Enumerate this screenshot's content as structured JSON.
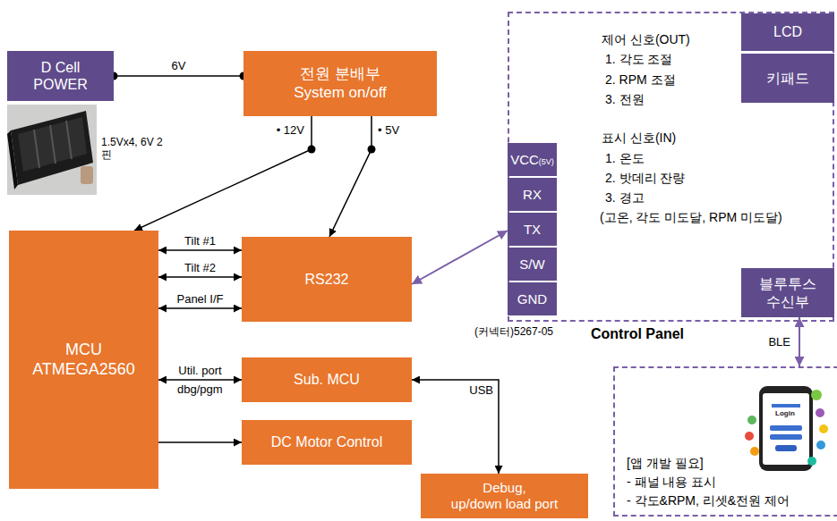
{
  "diagram": {
    "nodes": [
      {
        "text": [
          "D Cell POWER"
        ]
      },
      {
        "text": [
          "전원 분배부 System on/off"
        ]
      },
      {
        "text": [
          "제어 신호(OUT)",
          "1. 각도 조절",
          "2. RPM 조절",
          "3. 전원",
          "표시 신호(IN)",
          "1. 온도",
          "2. 밧데리 잔량",
          "3. 경고",
          "(고온, 각도 미도달, RPM 미도달)",
          "Control Panel"
        ]
      },
      {
        "text": [
          "LCD"
        ],
        "in": 2
      },
      {
        "text": [
          "키패드"
        ],
        "in": 2
      },
      {
        "text": [
          "VCC",
          "(5V)"
        ],
        "in": 2
      },
      {
        "text": [
          "RX"
        ],
        "in": 2
      },
      {
        "text": [
          "TX"
        ],
        "in": 2
      },
      {
        "text": [
          "S/W"
        ],
        "in": 2
      },
      {
        "text": [
          "GND"
        ],
        "in": 2
      },
      {
        "text": [
          "블루투스 수신부"
        ],
        "in": 2
      },
      {
        "text": [
          "MCU ATMEGA2560"
        ]
      },
      {
        "text": [
          "RS232"
        ]
      },
      {
        "text": [
          "Sub. MCU"
        ]
      },
      {
        "text": [
          "DC Motor Control"
        ]
      },
      {
        "text": [
          "Debug,",
          "up/down load port"
        ]
      },
      {
        "text": [
          "[앱 개발 필요]",
          "- 패널 내용 표시",
          "- 각도&RPM, 리셋&전원 제어"
        ]
      }
    ],
    "edges": [
      {
        "from": 0,
        "to": 1,
        "label": "6V",
        "arrow": "none"
      },
      {
        "from": 1,
        "to": 11,
        "label": "• 12V",
        "arrow": "to"
      },
      {
        "from": 1,
        "to": 12,
        "label": "• 5V",
        "arrow": "to"
      },
      {
        "from": 11,
        "to": 12,
        "label": "Tilt #1",
        "arrow": "both"
      },
      {
        "from": 11,
        "to": 12,
        "label": "Tilt #2",
        "arrow": "both"
      },
      {
        "from": 11,
        "to": 12,
        "label": "Panel I/F",
        "arrow": "both"
      },
      {
        "from": 11,
        "to": 13,
        "label": "Util. port",
        "arrow": "both"
      },
      {
        "from": 11,
        "to": 14,
        "arrow": "to"
      },
      {
        "from": 13,
        "to": 15,
        "label": "USB",
        "arrow": "both"
      },
      {
        "from": 12,
        "to": 2,
        "arrow": "both"
      },
      {
        "from": 10,
        "to": 16,
        "label": "BLE",
        "arrow": "both"
      }
    ],
    "labels": [
      "1.5Vx4, 6V 2핀",
      "(커넥터)5267-05",
      "dbg/pgm",
      "Login"
    ]
  }
}
